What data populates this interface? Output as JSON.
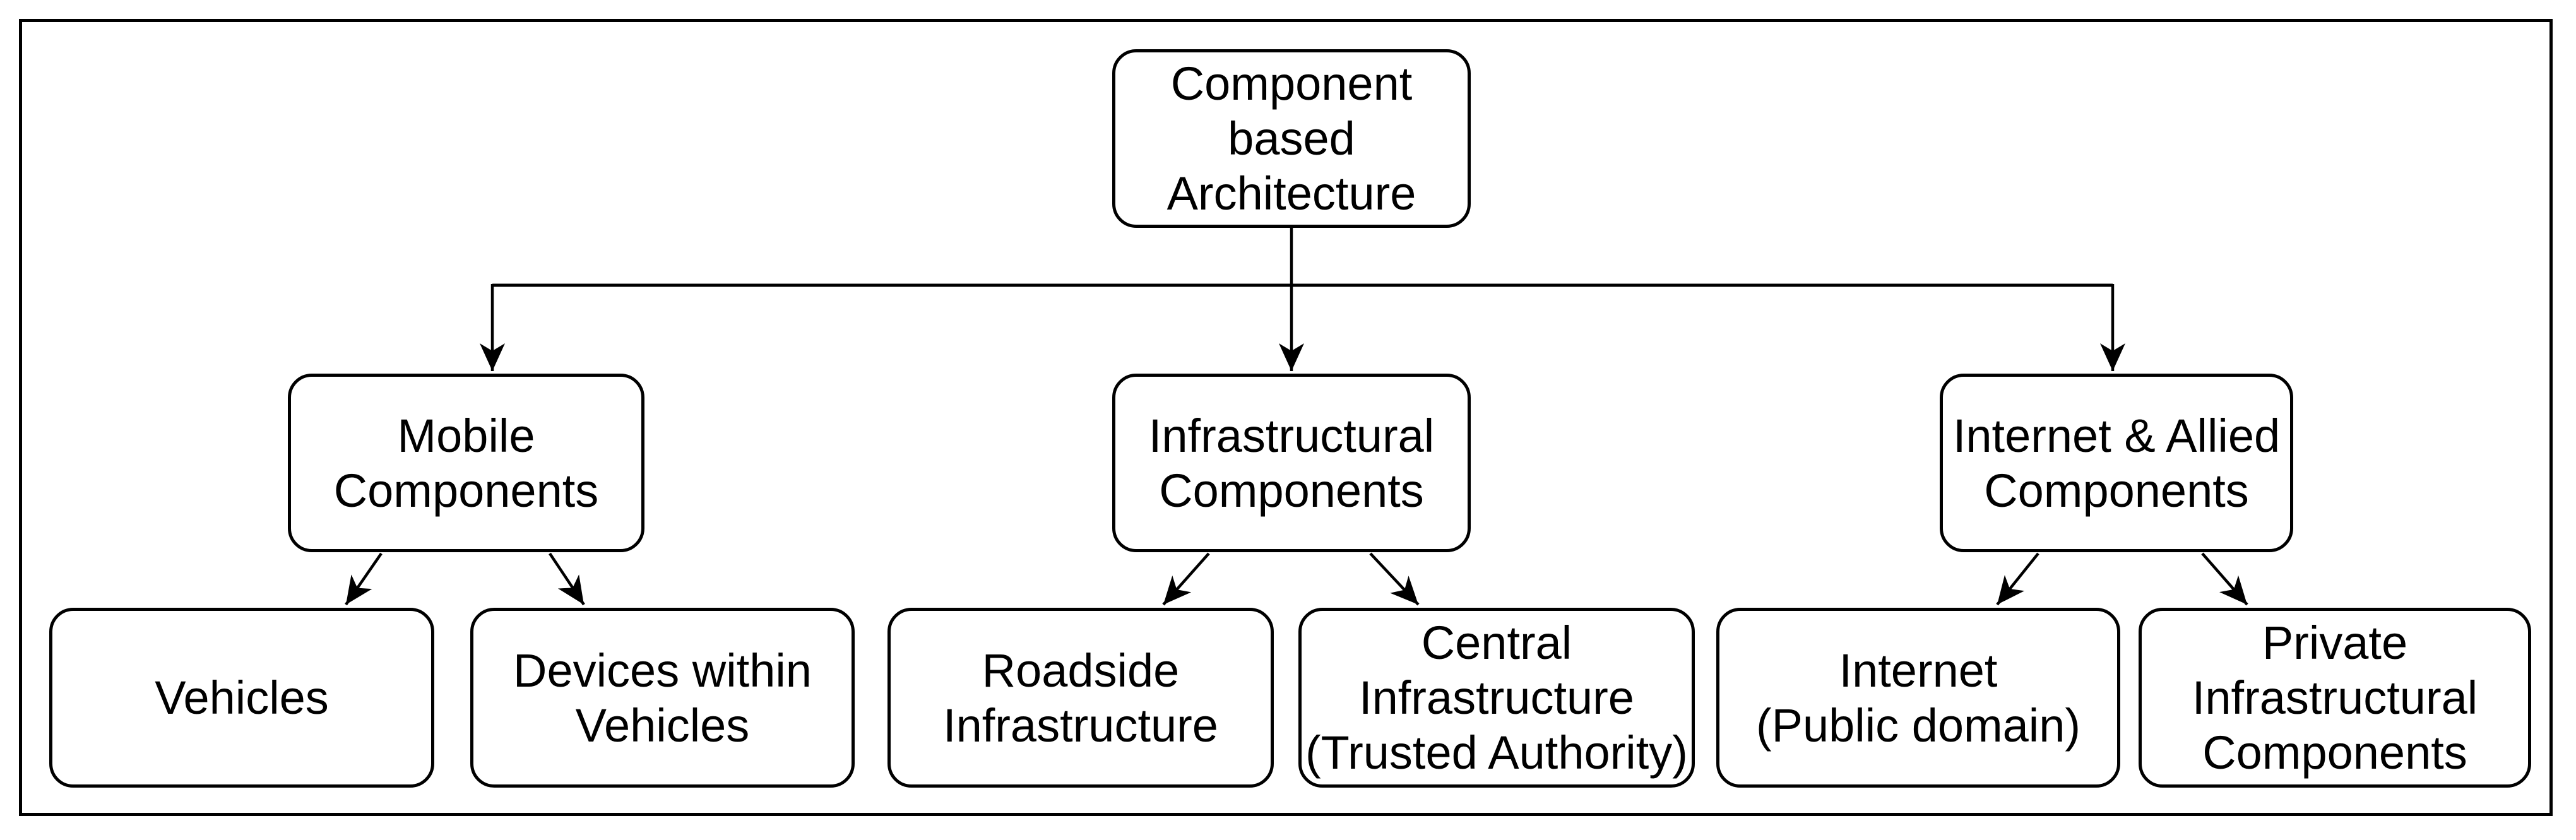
{
  "diagram": {
    "type": "hierarchy-flowchart",
    "colors": {
      "stroke": "#000000",
      "background": "#ffffff",
      "text": "#000000"
    },
    "nodes": {
      "root": {
        "label": "Component\nbased\nArchitecture"
      },
      "mobile": {
        "label": "Mobile\nComponents"
      },
      "infrastructural": {
        "label": "Infrastructural\nComponents"
      },
      "internet_allied": {
        "label": "Internet & Allied\nComponents"
      },
      "vehicles": {
        "label": "Vehicles"
      },
      "devices_within_vehicles": {
        "label": "Devices within\nVehicles"
      },
      "roadside_infrastructure": {
        "label": "Roadside\nInfrastructure"
      },
      "central_infrastructure": {
        "label": "Central\nInfrastructure\n(Trusted Authority)"
      },
      "internet_public": {
        "label": "Internet\n(Public domain)"
      },
      "private_infrastructural": {
        "label": "Private\nInfrastructural\nComponents"
      }
    },
    "edges": [
      {
        "from": "root",
        "to": "mobile"
      },
      {
        "from": "root",
        "to": "infrastructural"
      },
      {
        "from": "root",
        "to": "internet_allied"
      },
      {
        "from": "mobile",
        "to": "vehicles"
      },
      {
        "from": "mobile",
        "to": "devices_within_vehicles"
      },
      {
        "from": "infrastructural",
        "to": "roadside_infrastructure"
      },
      {
        "from": "infrastructural",
        "to": "central_infrastructure"
      },
      {
        "from": "internet_allied",
        "to": "internet_public"
      },
      {
        "from": "internet_allied",
        "to": "private_infrastructural"
      }
    ]
  }
}
